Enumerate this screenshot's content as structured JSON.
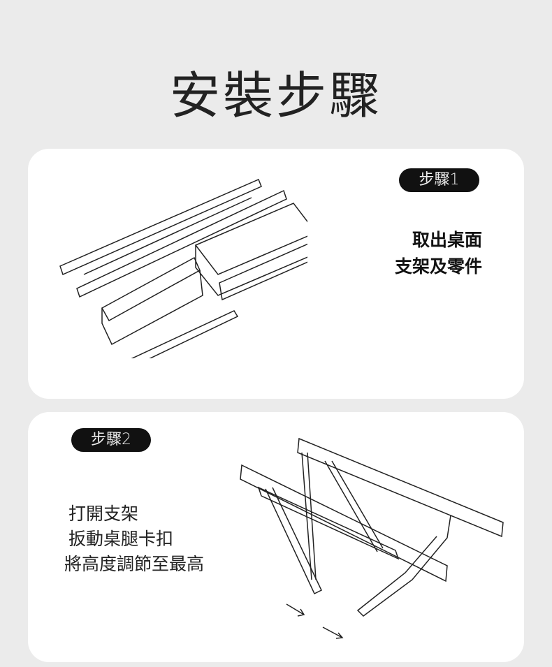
{
  "page_title": "安裝步驟",
  "steps": [
    {
      "label": "步驟1",
      "lines": [
        "取出桌面",
        "支架及零件"
      ]
    },
    {
      "label": "步驟2",
      "lines": [
        "打開支架",
        "扳動桌腿卡扣",
        "將高度調節至最高"
      ]
    }
  ]
}
